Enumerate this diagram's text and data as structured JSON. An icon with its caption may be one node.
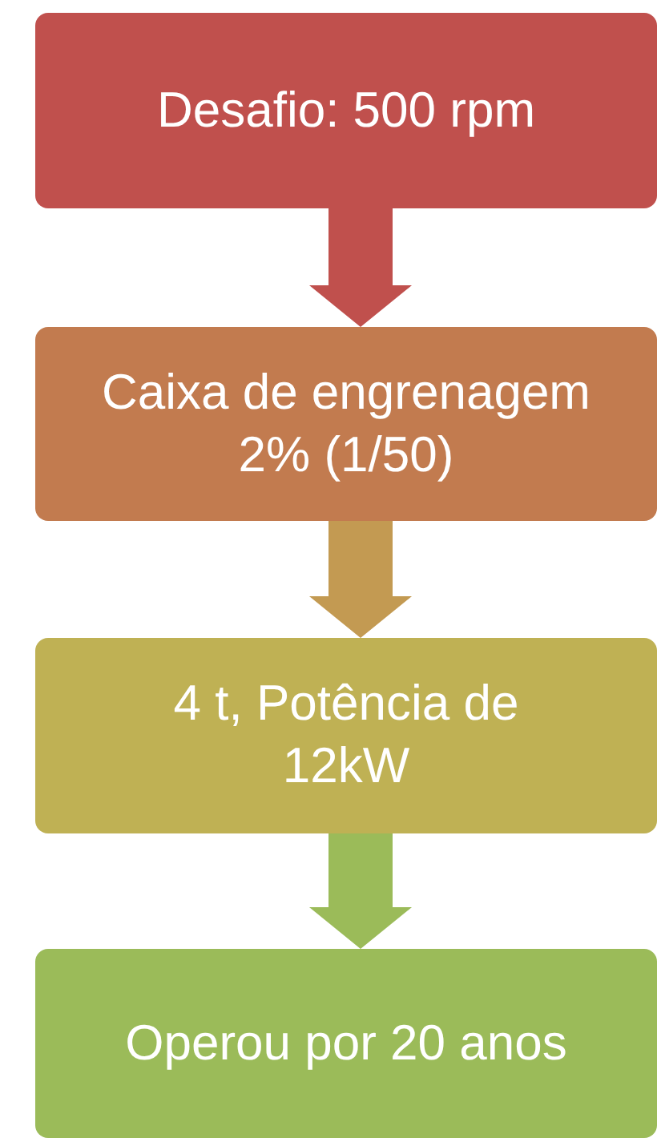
{
  "diagram": {
    "nodes": [
      {
        "text": [
          "Desafio: 500 rpm"
        ]
      },
      {
        "text": [
          "Caixa de engrenagem 2% (1/50)"
        ]
      },
      {
        "text": [
          "4 t, Potência de 12kW"
        ]
      },
      {
        "text": [
          "Operou por 20 anos"
        ]
      }
    ],
    "edges": [
      {
        "from": 0,
        "to": 1,
        "arrow": "to",
        "color": "#c0504d"
      },
      {
        "from": 1,
        "to": 2,
        "arrow": "to",
        "color": "#c39a52"
      },
      {
        "from": 2,
        "to": 3,
        "arrow": "to",
        "color": "#9bbb59"
      }
    ]
  }
}
